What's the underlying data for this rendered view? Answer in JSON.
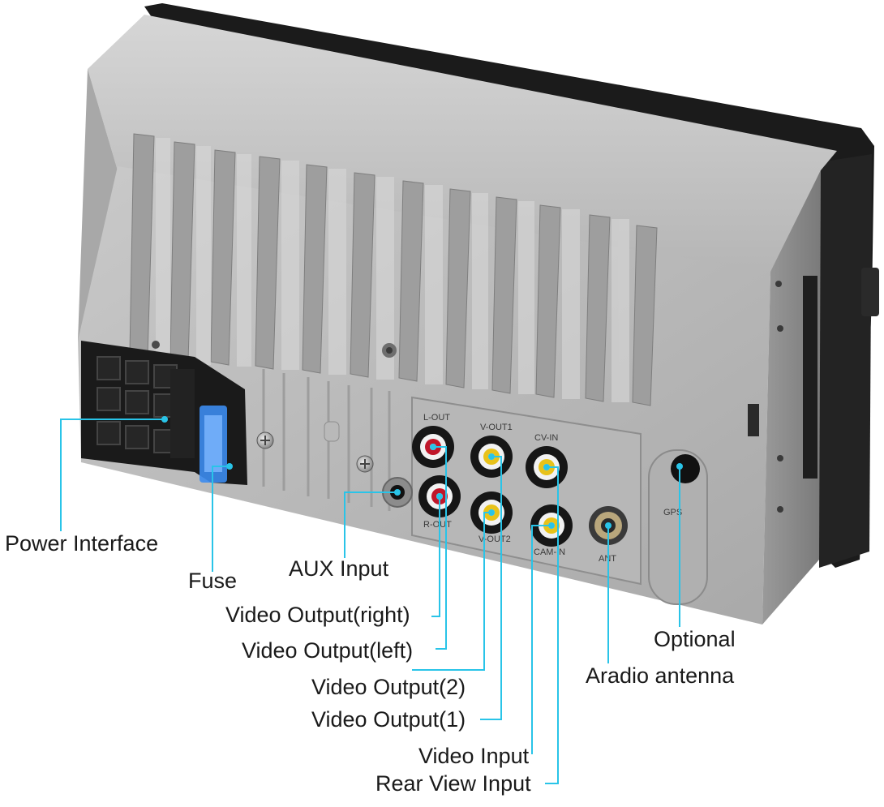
{
  "colors": {
    "callout_line": "#29c4e8",
    "housing_light": "#c7c7c7",
    "housing_dark": "#8d8d8d",
    "bezel": "#1b1b1b",
    "rca_red": "#c0172a",
    "rca_yellow": "#e8c21a",
    "fuse_blue": "#3c8cf0"
  },
  "jack_labels": {
    "l_out": "L-OUT",
    "v_out1": "V-OUT1",
    "cv_in": "CV-IN",
    "r_out": "R-OUT",
    "v_out2": "V-OUT2",
    "cam_in": "CAM-IN",
    "ant": "ANT",
    "gps": "GPS"
  },
  "callouts": {
    "power_interface": "Power Interface",
    "fuse": "Fuse",
    "aux_input": "AUX Input",
    "video_output_right": "Video Output(right)",
    "video_output_left": "Video Output(left)",
    "video_output_2": "Video Output(2)",
    "video_output_1": "Video Output(1)",
    "video_input": "Video Input",
    "rear_view_input": "Rear View Input",
    "optional": "Optional",
    "radio_antenna": "Aradio antenna"
  }
}
